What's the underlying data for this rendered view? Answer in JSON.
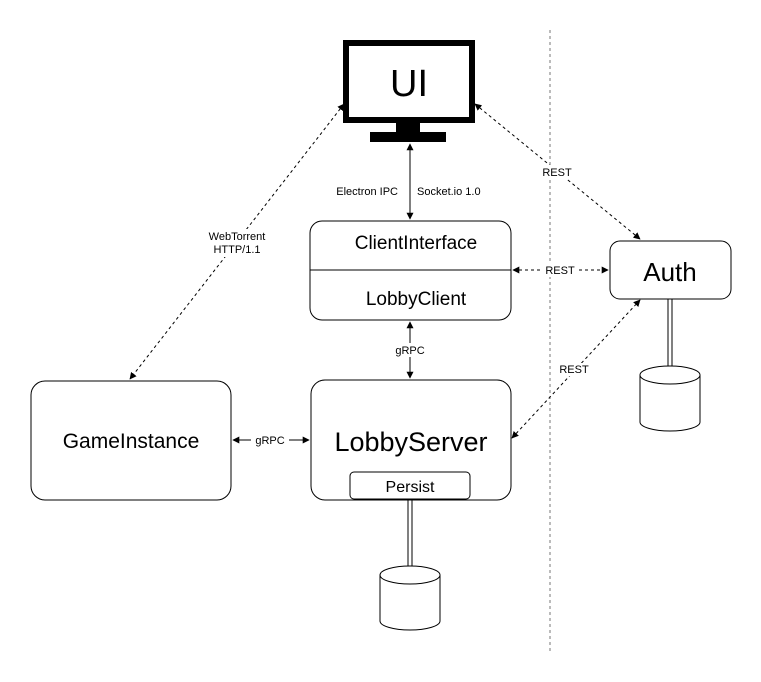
{
  "nodes": {
    "ui": "UI",
    "client_interface": "ClientInterface",
    "lobby_client": "LobbyClient",
    "auth": "Auth",
    "game_instance": "GameInstance",
    "lobby_server": "LobbyServer",
    "persist": "Persist"
  },
  "edges": {
    "electron_ipc": "Electron IPC",
    "socket_io": "Socket.io 1.0",
    "rest_ui_auth": "REST",
    "rest_client_auth": "REST",
    "rest_server_auth": "REST",
    "grpc_client_server": "gRPC",
    "grpc_game_server": "gRPC",
    "webtorrent_line1": "WebTorrent",
    "webtorrent_line2": "HTTP/1.1"
  },
  "colors": {
    "stroke": "#000000",
    "background": "#ffffff",
    "divider": "#777777"
  },
  "icons": {
    "ui": "monitor-icon",
    "database": "database-cylinder-icon"
  }
}
